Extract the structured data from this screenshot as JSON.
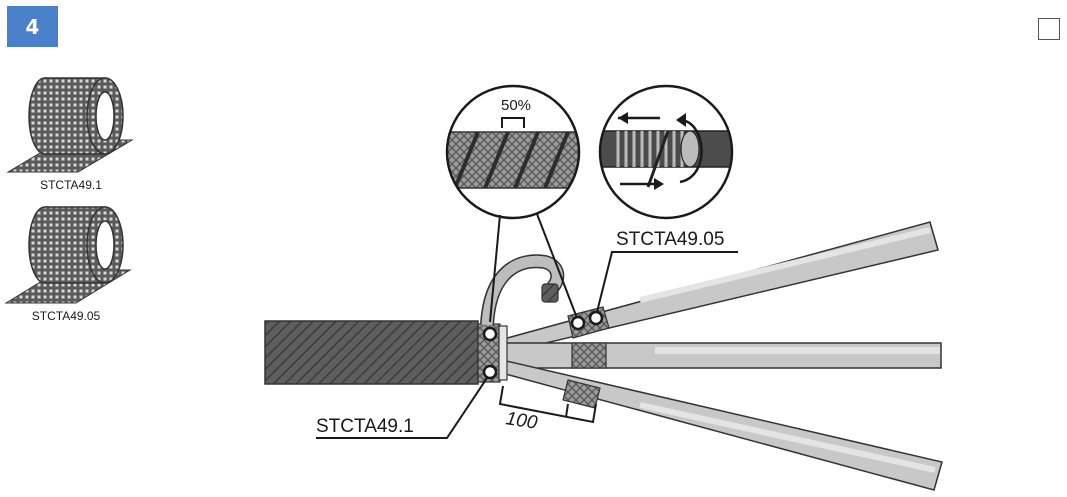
{
  "step": {
    "number": "4"
  },
  "colors": {
    "accent": "#4a7fc9",
    "cable": "#c8c8c8",
    "jacket": "#555555",
    "tape": "#8a8a8a"
  },
  "rolls": [
    {
      "label": "STCTA49.1"
    },
    {
      "label": "STCTA49.05"
    }
  ],
  "callouts": {
    "overlap": "50%",
    "upper": "STCTA49.05",
    "lower": "STCTA49.1",
    "dimension": "100"
  },
  "checkbox": {
    "checked": false
  }
}
